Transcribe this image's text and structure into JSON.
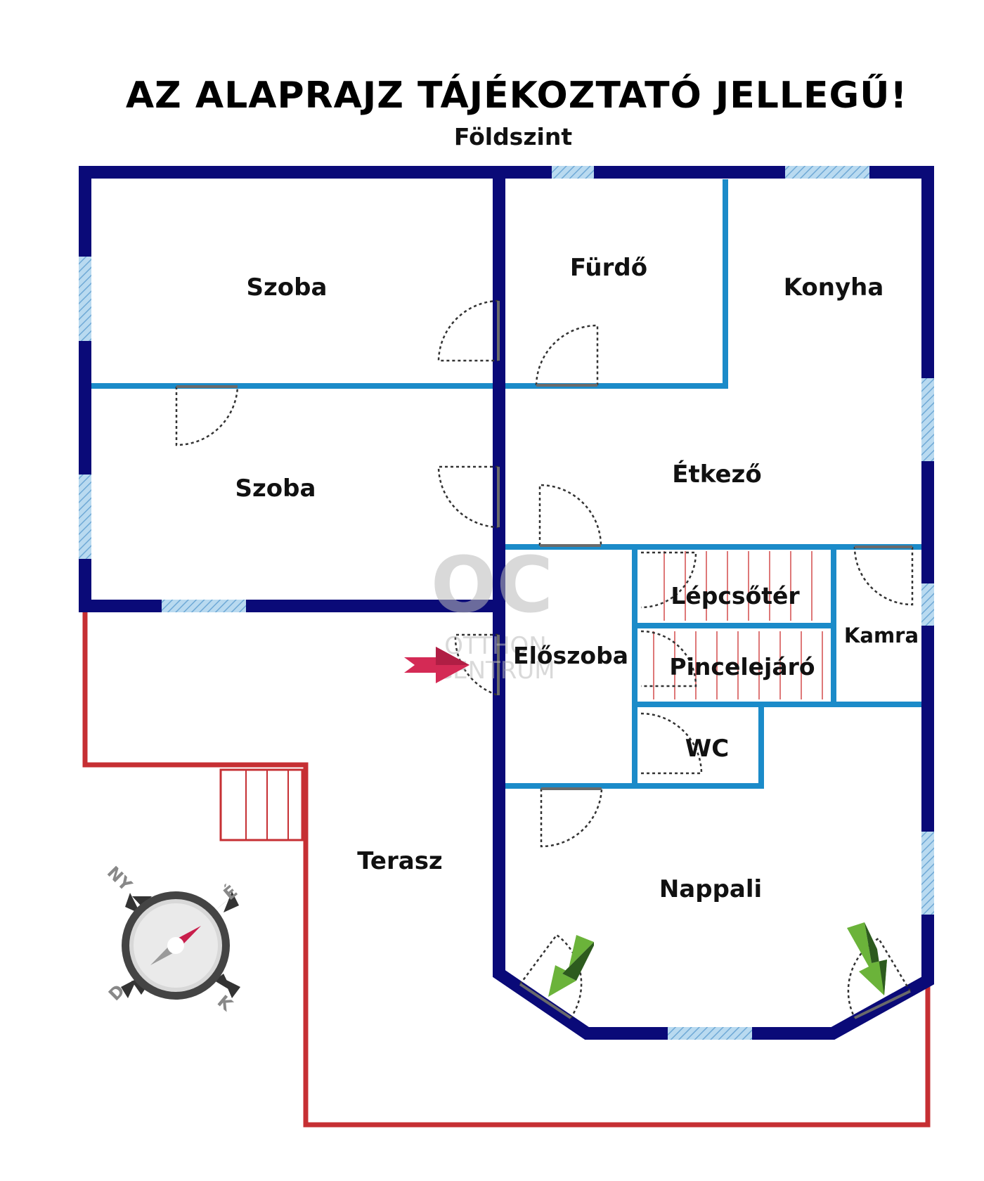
{
  "header": {
    "title": "AZ ALAPRAJZ TÁJÉKOZTATÓ JELLEGŰ!",
    "floor": "Földszint"
  },
  "rooms": {
    "szoba_1": "Szoba",
    "szoba_2": "Szoba",
    "furdo": "Fürdő",
    "konyha": "Konyha",
    "etkezo": "Étkező",
    "lepcsoter": "Lépcsőtér",
    "kamra": "Kamra",
    "eloszoba": "Előszoba",
    "pincelejaro": "Pincelejáró",
    "wc": "WC",
    "terasz": "Terasz",
    "nappali": "Nappali"
  },
  "compass": {
    "north": "É",
    "west": "NY",
    "south": "D",
    "east": "K"
  },
  "watermark": {
    "line1": "OTTHON",
    "line2": "CENTRUM",
    "monogram": "OC"
  },
  "colors": {
    "exterior_wall": "#0a0a78",
    "interior_wall": "#1b8bc9",
    "window": "#8ec3e6",
    "terrace": "#c62f33",
    "entrance_arrow": "#d42a55",
    "garden_arrow": "#6bb33a"
  }
}
